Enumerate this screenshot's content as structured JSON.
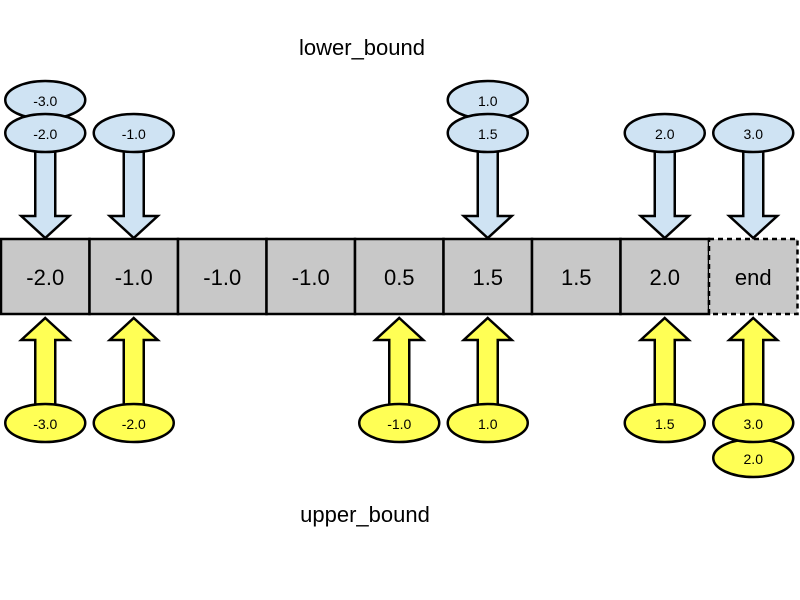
{
  "titles": {
    "lower": "lower_bound",
    "upper": "upper_bound"
  },
  "cells": [
    "-2.0",
    "-1.0",
    "-1.0",
    "-1.0",
    "0.5",
    "1.5",
    "1.5",
    "2.0",
    "end"
  ],
  "lower_bound": [
    {
      "cell": 0,
      "values": [
        "-3.0",
        "-2.0"
      ]
    },
    {
      "cell": 1,
      "values": [
        "-1.0"
      ]
    },
    {
      "cell": 5,
      "values": [
        "1.0",
        "1.5"
      ]
    },
    {
      "cell": 7,
      "values": [
        "2.0"
      ]
    },
    {
      "cell": 8,
      "values": [
        "3.0"
      ]
    }
  ],
  "upper_bound": [
    {
      "cell": 0,
      "values": [
        "-3.0"
      ]
    },
    {
      "cell": 1,
      "values": [
        "-2.0"
      ]
    },
    {
      "cell": 4,
      "values": [
        "-1.0"
      ]
    },
    {
      "cell": 5,
      "values": [
        "1.0"
      ]
    },
    {
      "cell": 7,
      "values": [
        "1.5"
      ]
    },
    {
      "cell": 8,
      "values": [
        "3.0",
        "2.0"
      ]
    }
  ],
  "colors": {
    "lower": "#cfe3f3",
    "upper": "#ffff55",
    "cell": "#c8c8c8"
  }
}
